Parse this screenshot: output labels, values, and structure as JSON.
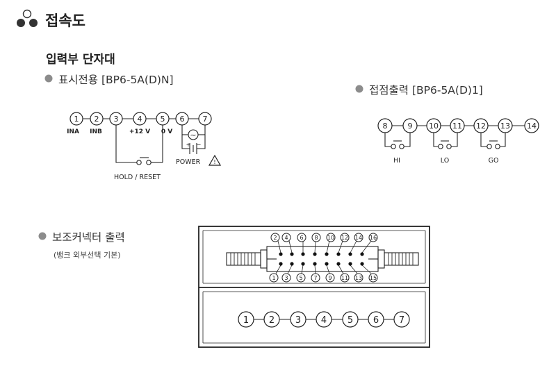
{
  "title": "접속도",
  "section_heading": "입력부 단자대",
  "display_only": {
    "label": "표시전용 [BP6-5A(D)N]",
    "terminals": [
      "1",
      "2",
      "3",
      "4",
      "5",
      "6",
      "7"
    ],
    "terminal_labels": {
      "t1": "INA",
      "t2": "INB",
      "t4": "+12 V",
      "t5": "0 V"
    },
    "hold_reset_label": "HOLD / RESET",
    "power_label": "POWER",
    "ac_symbol": "~",
    "warning_symbol": "!"
  },
  "contact_output": {
    "label": "접점출력 [BP6-5A(D)1]",
    "terminals": [
      "8",
      "9",
      "10",
      "11",
      "12",
      "13",
      "14"
    ],
    "contact_labels": [
      "HI",
      "LO",
      "GO"
    ]
  },
  "aux_connector": {
    "label": "보조커넥터 출력",
    "note": "(뱅크 외부선택 기본)",
    "top_pins": [
      "2",
      "4",
      "6",
      "8",
      "10",
      "12",
      "14",
      "16"
    ],
    "bottom_pins": [
      "1",
      "3",
      "5",
      "7",
      "9",
      "11",
      "13",
      "15"
    ],
    "terminals": [
      "1",
      "2",
      "3",
      "4",
      "5",
      "6",
      "7"
    ]
  },
  "colors": {
    "bullet": "#8c8c8c",
    "line": "#222222"
  }
}
